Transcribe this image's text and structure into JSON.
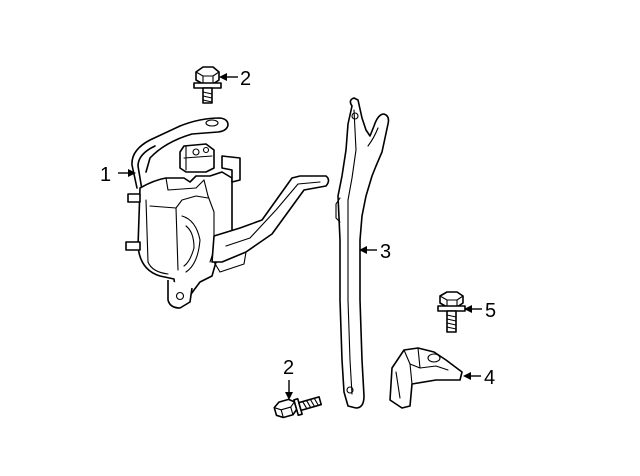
{
  "diagram": {
    "callouts": {
      "part1": "1",
      "part2_top": "2",
      "part2_bottom": "2",
      "part3": "3",
      "part4": "4",
      "part5": "5"
    },
    "line_color": "#000000",
    "background": "#ffffff"
  }
}
